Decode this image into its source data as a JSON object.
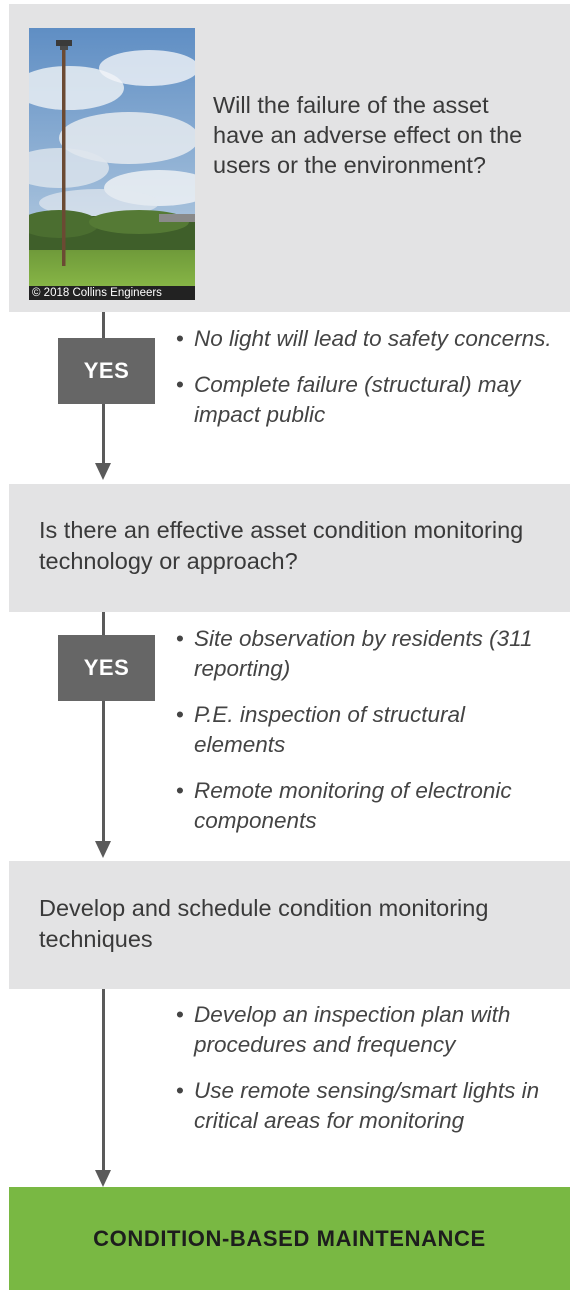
{
  "step1": {
    "photo_caption": "© 2018 Collins Engineers",
    "question": "Will the failure of the asset have an adverse effect on the users or the environment?"
  },
  "branch1": {
    "answer": "YES",
    "bullets": [
      "No light will lead to safety concerns.",
      "Complete failure (structural) may impact public"
    ]
  },
  "step2": {
    "question": "Is there an effective asset condition monitoring technology or approach?"
  },
  "branch2": {
    "answer": "YES",
    "bullets": [
      "Site observation by residents (311 reporting)",
      "P.E. inspection of structural elements",
      "Remote monitoring of electronic components"
    ]
  },
  "step3": {
    "text": "Develop and schedule condition monitoring techniques"
  },
  "branch3": {
    "bullets": [
      "Develop an inspection plan with procedures and frequency",
      "Use remote sensing/smart lights in critical areas for monitoring"
    ]
  },
  "outcome": {
    "label": "CONDITION-BASED MAINTENANCE"
  },
  "colors": {
    "box_bg": "#e3e3e4",
    "yes_bg": "#666666",
    "outcome_bg": "#79b843",
    "arrow": "#5a5a5a"
  }
}
